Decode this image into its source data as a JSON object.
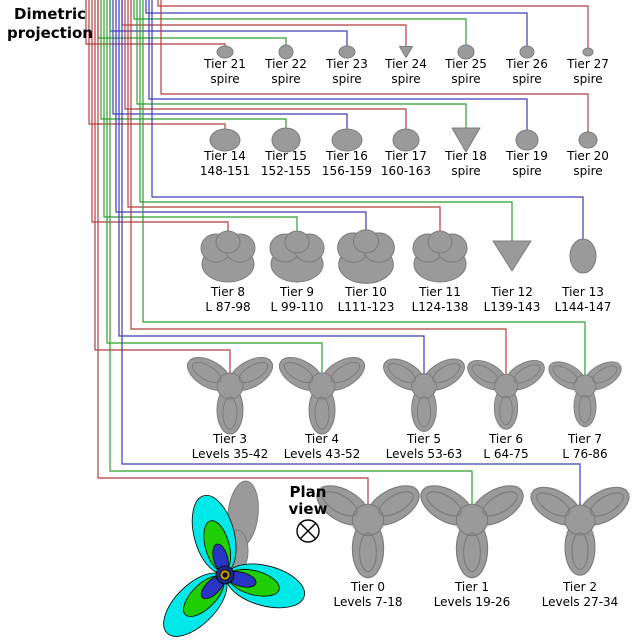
{
  "title": "Dimetric projection",
  "plan_view_label": "Plan view",
  "colors": {
    "line_red": "#b43c3c",
    "line_green": "#2f9e2f",
    "line_blue": "#3c3cb4",
    "shape_fill": "#9a9a9a",
    "shape_stroke": "#7c7c7c",
    "petal_cyan": "#00e8e8",
    "petal_green": "#1fce05",
    "petal_blue": "#2a35c8",
    "center_navy": "#1a2a80",
    "center_yellow": "#c8a400",
    "ink": "#000000"
  },
  "rows": [
    {
      "tiers": [
        {
          "name": "Tier 21",
          "sub": "spire"
        },
        {
          "name": "Tier 22",
          "sub": "spire"
        },
        {
          "name": "Tier 23",
          "sub": "spire"
        },
        {
          "name": "Tier 24",
          "sub": "spire"
        },
        {
          "name": "Tier 25",
          "sub": "spire"
        },
        {
          "name": "Tier 26",
          "sub": "spire"
        },
        {
          "name": "Tier 27",
          "sub": "spire"
        }
      ]
    },
    {
      "tiers": [
        {
          "name": "Tier 14",
          "sub": "148-151"
        },
        {
          "name": "Tier 15",
          "sub": "152-155"
        },
        {
          "name": "Tier 16",
          "sub": "156-159"
        },
        {
          "name": "Tier 17",
          "sub": "160-163"
        },
        {
          "name": "Tier 18",
          "sub": "spire"
        },
        {
          "name": "Tier 19",
          "sub": "spire"
        },
        {
          "name": "Tier 20",
          "sub": "spire"
        }
      ]
    },
    {
      "tiers": [
        {
          "name": "Tier 8",
          "sub": "L 87-98"
        },
        {
          "name": "Tier 9",
          "sub": "L 99-110"
        },
        {
          "name": "Tier 10",
          "sub": "L111-123"
        },
        {
          "name": "Tier 11",
          "sub": "L124-138"
        },
        {
          "name": "Tier 12",
          "sub": "L139-143"
        },
        {
          "name": "Tier 13",
          "sub": "L144-147"
        }
      ]
    },
    {
      "tiers": [
        {
          "name": "Tier 3",
          "sub": "Levels 35-42"
        },
        {
          "name": "Tier 4",
          "sub": "Levels 43-52"
        },
        {
          "name": "Tier 5",
          "sub": "Levels 53-63"
        },
        {
          "name": "Tier 6",
          "sub": "L 64-75"
        },
        {
          "name": "Tier 7",
          "sub": "L 76-86"
        }
      ]
    },
    {
      "tiers": [
        {
          "name": "Tier 0",
          "sub": "Levels 7-18"
        },
        {
          "name": "Tier 1",
          "sub": "Levels 19-26"
        },
        {
          "name": "Tier 2",
          "sub": "Levels 27-34"
        }
      ]
    }
  ]
}
